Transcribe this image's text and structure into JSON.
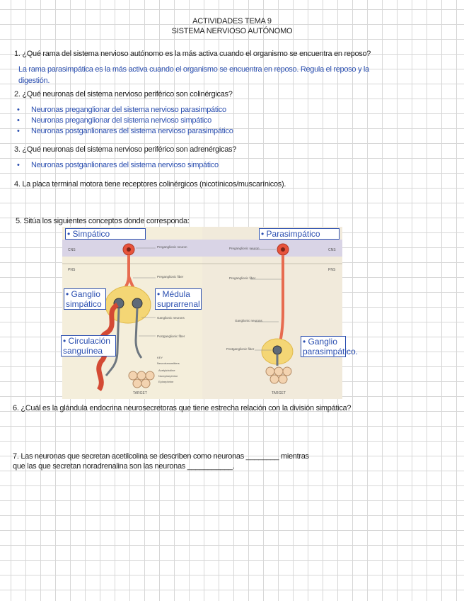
{
  "header": {
    "line1": "ACTIVIDADES TEMA 9",
    "line2": "SISTEMA NERVIOSO AUTÓNOMO"
  },
  "q1": {
    "question": "1. ¿Qué rama del sistema nervioso autónomo es la más activa cuando el organismo se encuentra en reposo?",
    "answer_line1": "La rama parasimpática es la más activa cuando el organismo se encuentra en reposo. Regula el reposo y la",
    "answer_line2": "digestión."
  },
  "q2": {
    "question": "2. ¿Qué neuronas del sistema nervioso periférico son colinérgicas?",
    "bullets": [
      "Neuronas preganglionar del sistema nervioso parasimpático",
      "Neuronas preganglionar del sistema nervioso simpático",
      "Neuronas postganlionares del sistema nervioso parasimpático"
    ]
  },
  "q3": {
    "question": "3. ¿Qué neuronas del sistema nervioso periférico son adrenérgicas?",
    "bullets": [
      "Neuronas postganlionares del sistema nervioso simpático"
    ]
  },
  "q4": {
    "question": "4. La placa terminal motora tiene receptores colinérgicos (nicotínicos/muscarínicos)."
  },
  "q5": {
    "question": "5. Sitúa los siguientes conceptos donde corresponda:",
    "labels": {
      "simpatico": "• Simpático",
      "parasimpatico": "• Parasimpático",
      "ganglio_simpatico": "• Ganglio simpático",
      "medula": "• Médula suprarrenal",
      "circulacion": "• Circulación sanguínea",
      "ganglio_parasimpatico": "• Ganglio parasimpático."
    },
    "diagram": {
      "cns": "CNS",
      "pns": "PNS",
      "preganglionic_neuron": "Preganglionic neuron",
      "preganglionic_fiber": "Preganglionic fiber",
      "ganglionic_neurons": "Ganglionic neurons",
      "postganglionic_fiber": "Postganglionic fiber",
      "key": "KEY",
      "neurotransmitters": "Neurotransmitters",
      "ach": "Acetylcholine",
      "ne": "Norepinephrine",
      "epi": "Epinephrine",
      "target": "TARGET"
    }
  },
  "q6": {
    "question": "6. ¿Cuál es la glándula endocrina neurosecretoras que tiene estrecha relación con la división simpática?"
  },
  "q7": {
    "line1": "7. Las neuronas que secretan acetilcolina se describen como neuronas ________ mientras",
    "line2": "que las que secretan noradrenalina son las neuronas ___________."
  }
}
